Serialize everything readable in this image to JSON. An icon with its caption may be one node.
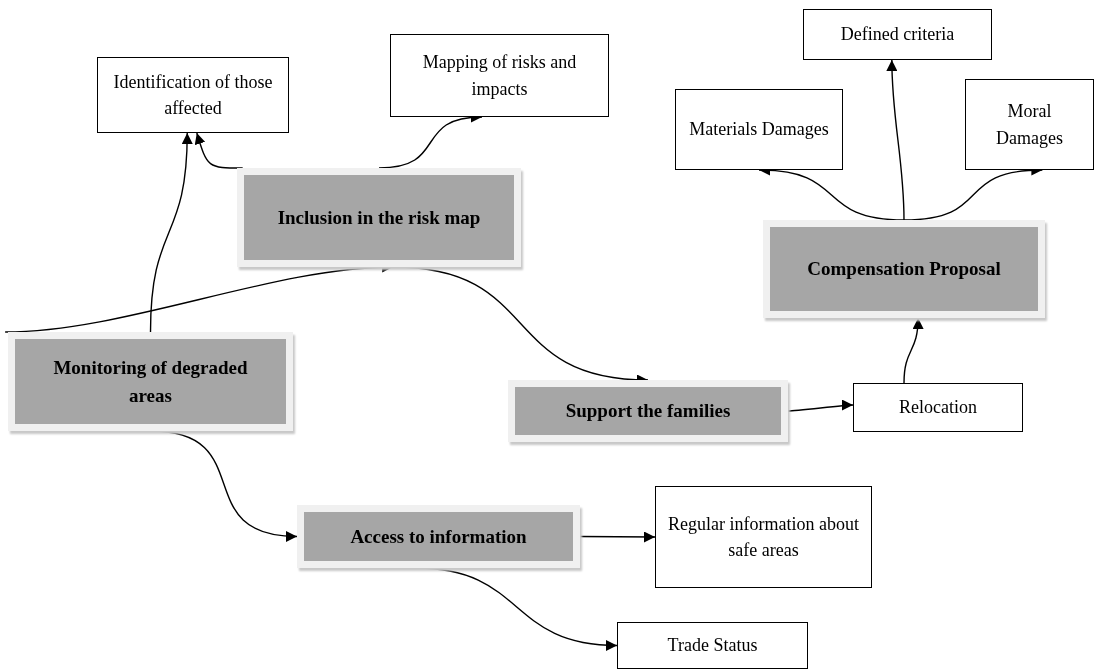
{
  "diagram": {
    "nodes": [
      {
        "text": [
          "Identification of those affected"
        ]
      },
      {
        "text": [
          "Mapping of risks and impacts"
        ]
      },
      {
        "text": [
          "Inclusion in the risk map"
        ]
      },
      {
        "text": [
          "Monitoring of degraded areas"
        ]
      },
      {
        "text": [
          "Defined criteria"
        ]
      },
      {
        "text": [
          "Materials Damages"
        ]
      },
      {
        "text": [
          "Moral Damages"
        ]
      },
      {
        "text": [
          "Compensation Proposal"
        ]
      },
      {
        "text": [
          "Support the families"
        ]
      },
      {
        "text": [
          "Relocation"
        ]
      },
      {
        "text": [
          "Access to information"
        ]
      },
      {
        "text": [
          "Regular information about safe areas"
        ]
      },
      {
        "text": [
          "Trade Status"
        ]
      }
    ],
    "edges": [
      {
        "from": 3,
        "to": 0,
        "arrow": "to"
      },
      {
        "from": 2,
        "to": 0,
        "arrow": "to"
      },
      {
        "from": 2,
        "to": 1,
        "arrow": "to"
      },
      {
        "from": 3,
        "to": 2,
        "arrow": "to"
      },
      {
        "from": 2,
        "to": 8,
        "arrow": "to"
      },
      {
        "from": 8,
        "to": 9,
        "arrow": "to"
      },
      {
        "from": 9,
        "to": 7,
        "arrow": "to"
      },
      {
        "from": 7,
        "to": 4,
        "arrow": "to"
      },
      {
        "from": 7,
        "to": 5,
        "arrow": "to"
      },
      {
        "from": 7,
        "to": 6,
        "arrow": "to"
      },
      {
        "from": 3,
        "to": 10,
        "arrow": "to"
      },
      {
        "from": 10,
        "to": 11,
        "arrow": "to"
      },
      {
        "from": 10,
        "to": 12,
        "arrow": "to"
      }
    ]
  }
}
